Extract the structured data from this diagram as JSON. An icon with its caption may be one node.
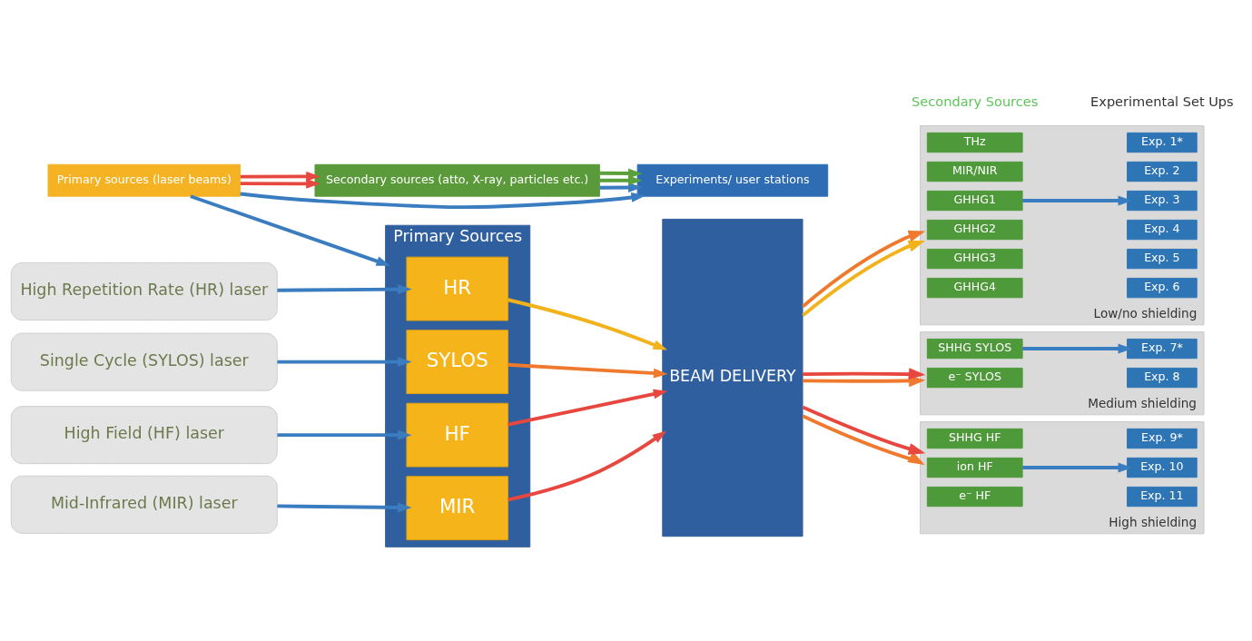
{
  "diagram": {
    "nodes": [
      {
        "text": [
          "Primary sources (laser beams)"
        ]
      },
      {
        "text": [
          "Secondary sources (atto, X-ray, particles etc.)"
        ]
      },
      {
        "text": [
          "Experiments/ user stations"
        ]
      },
      {
        "text": [
          "High Repetition Rate (HR) laser"
        ]
      },
      {
        "text": [
          "Single Cycle (SYLOS) laser"
        ]
      },
      {
        "text": [
          "High Field (HF) laser"
        ]
      },
      {
        "text": [
          "Mid-Infrared (MIR) laser"
        ]
      },
      {
        "text": [
          "Primary Sources"
        ]
      },
      {
        "text": [
          "HR"
        ],
        "in": 7
      },
      {
        "text": [
          "SYLOS"
        ],
        "in": 7
      },
      {
        "text": [
          "HF"
        ],
        "in": 7
      },
      {
        "text": [
          "MIR"
        ],
        "in": 7
      },
      {
        "text": [
          "BEAM DELIVERY"
        ]
      },
      {
        "text": [
          "Low/no shielding"
        ]
      },
      {
        "text": [
          "THz"
        ],
        "in": 13
      },
      {
        "text": [
          "MIR/NIR"
        ],
        "in": 13
      },
      {
        "text": [
          "GHHG1"
        ],
        "in": 13
      },
      {
        "text": [
          "GHHG2"
        ],
        "in": 13
      },
      {
        "text": [
          "GHHG3"
        ],
        "in": 13
      },
      {
        "text": [
          "GHHG4"
        ],
        "in": 13
      },
      {
        "text": [
          "Exp. 1*"
        ],
        "in": 13
      },
      {
        "text": [
          "Exp. 2"
        ],
        "in": 13
      },
      {
        "text": [
          "Exp. 3"
        ],
        "in": 13
      },
      {
        "text": [
          "Exp. 4"
        ],
        "in": 13
      },
      {
        "text": [
          "Exp. 5"
        ],
        "in": 13
      },
      {
        "text": [
          "Exp. 6"
        ],
        "in": 13
      },
      {
        "text": [
          "Medium shielding"
        ]
      },
      {
        "text": [
          "SHHG SYLOS"
        ],
        "in": 26
      },
      {
        "text": [
          "e⁻ SYLOS"
        ],
        "in": 26
      },
      {
        "text": [
          "Exp. 7*"
        ],
        "in": 26
      },
      {
        "text": [
          "Exp. 8"
        ],
        "in": 26
      },
      {
        "text": [
          "High shielding"
        ]
      },
      {
        "text": [
          "SHHG HF"
        ],
        "in": 31
      },
      {
        "text": [
          "ion HF"
        ],
        "in": 31
      },
      {
        "text": [
          "e⁻ HF"
        ],
        "in": 31
      },
      {
        "text": [
          "Exp. 9*"
        ],
        "in": 31
      },
      {
        "text": [
          "Exp. 10"
        ],
        "in": 31
      },
      {
        "text": [
          "Exp. 11"
        ],
        "in": 31
      }
    ],
    "edges": [
      {
        "from": 0,
        "to": 1,
        "arrow": "to",
        "color": "#e8473f"
      },
      {
        "from": 0,
        "to": 1,
        "arrow": "to",
        "color": "#e8473f"
      },
      {
        "from": 1,
        "to": 2,
        "arrow": "to"
      },
      {
        "from": 1,
        "to": 2,
        "arrow": "to",
        "color": "#5aa03c"
      },
      {
        "from": 1,
        "to": 2,
        "arrow": "to",
        "color": "#5aa03c"
      },
      {
        "from": 0,
        "to": 2,
        "arrow": "to"
      },
      {
        "from": 0,
        "to": 7,
        "arrow": "to"
      },
      {
        "from": 3,
        "to": 8,
        "arrow": "to"
      },
      {
        "from": 4,
        "to": 9,
        "arrow": "to"
      },
      {
        "from": 5,
        "to": 10,
        "arrow": "to"
      },
      {
        "from": 6,
        "to": 11,
        "arrow": "to"
      },
      {
        "from": 8,
        "to": 12,
        "arrow": "to",
        "color": "#f2b21c"
      },
      {
        "from": 9,
        "to": 12,
        "arrow": "to",
        "color": "#ef7a2e"
      },
      {
        "from": 10,
        "to": 12,
        "arrow": "to",
        "color": "#e8473f"
      },
      {
        "from": 11,
        "to": 12,
        "arrow": "to",
        "color": "#e8473f"
      },
      {
        "from": 12,
        "to": 13,
        "arrow": "to",
        "color": "#f2b21c"
      },
      {
        "from": 12,
        "to": 13,
        "arrow": "to",
        "color": "#ef7a2e"
      },
      {
        "from": 12,
        "to": 26,
        "arrow": "to",
        "color": "#ef7a2e"
      },
      {
        "from": 12,
        "to": 26,
        "arrow": "to",
        "color": "#e8473f"
      },
      {
        "from": 12,
        "to": 31,
        "arrow": "to",
        "color": "#ef7a2e"
      },
      {
        "from": 12,
        "to": 31,
        "arrow": "to",
        "color": "#e8473f"
      },
      {
        "from": 16,
        "to": 22,
        "arrow": "to"
      },
      {
        "from": 27,
        "to": 29,
        "arrow": "to"
      },
      {
        "from": 33,
        "to": 36,
        "arrow": "to"
      }
    ],
    "labels": [
      "Secondary Sources",
      "Experimental Set Ups"
    ]
  }
}
